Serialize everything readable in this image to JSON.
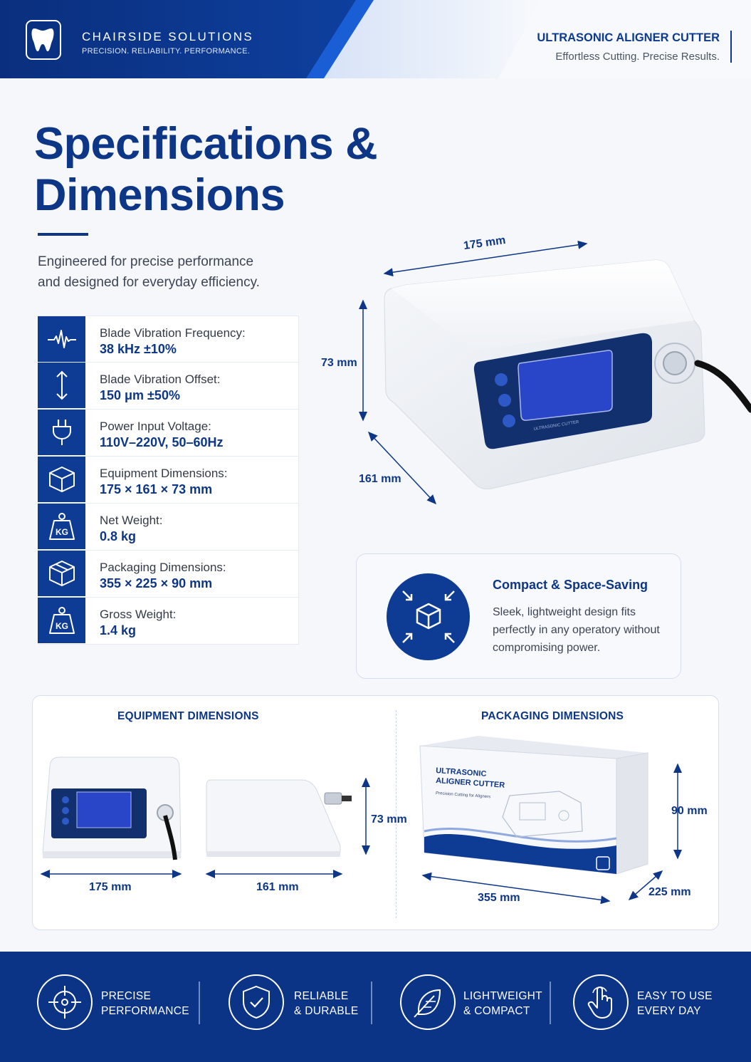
{
  "header": {
    "brand_name": "CHAIRSIDE SOLUTIONS",
    "brand_tagline": "PRECISION. RELIABILITY. PERFORMANCE.",
    "product_title": "ULTRASONIC ALIGNER CUTTER",
    "product_subtitle": "Effortless Cutting. Precise Results."
  },
  "page": {
    "title_line1": "Specifications &",
    "title_line2": "Dimensions",
    "intro_line1": "Engineered for precise performance",
    "intro_line2": "and designed for everyday efficiency."
  },
  "specs": [
    {
      "icon": "waveform-icon",
      "label": "Blade Vibration Frequency:",
      "value": "38 kHz ±10%"
    },
    {
      "icon": "vertical-arrows-icon",
      "label": "Blade Vibration Offset:",
      "value": "150 μm ±50%"
    },
    {
      "icon": "plug-icon",
      "label": "Power Input Voltage:",
      "value": "110V–220V, 50–60Hz"
    },
    {
      "icon": "cube-icon",
      "label": "Equipment Dimensions:",
      "value": "175 × 161 × 73 mm"
    },
    {
      "icon": "weight-kg-icon",
      "label": "Net Weight:",
      "value": "0.8 kg"
    },
    {
      "icon": "box-icon",
      "label": "Packaging Dimensions:",
      "value": "355 × 225 × 90 mm"
    },
    {
      "icon": "weight-kg-icon",
      "label": "Gross Weight:",
      "value": "1.4 kg"
    }
  ],
  "kg_glyph": "KG",
  "device_dims": {
    "width": "175 mm",
    "height": "73 mm",
    "depth": "161 mm"
  },
  "device_label": "ULTRASONIC CUTTER",
  "card": {
    "title": "Compact & Space-Saving",
    "body": "Sleek, lightweight design fits perfectly in any operatory without compromising power."
  },
  "panel": {
    "equipment_heading": "EQUIPMENT DIMENSIONS",
    "packaging_heading": "PACKAGING DIMENSIONS",
    "front_width": "175 mm",
    "side_depth": "161 mm",
    "side_height": "73 mm",
    "box_height": "90 mm",
    "box_length": "355 mm",
    "box_width": "225 mm",
    "box_title_line1": "ULTRASONIC",
    "box_title_line2": "ALIGNER CUTTER",
    "box_subtitle": "Precision Cutting for Aligners"
  },
  "footer": [
    {
      "icon": "crosshair-icon",
      "text": "PRECISE\nPERFORMANCE"
    },
    {
      "icon": "shield-check-icon",
      "text": "RELIABLE\n& DURABLE"
    },
    {
      "icon": "feather-icon",
      "text": "LIGHTWEIGHT\n& COMPACT"
    },
    {
      "icon": "touch-hand-icon",
      "text": "EASY TO USE\nEVERY DAY"
    }
  ],
  "colors": {
    "brand_navy": "#0d3686",
    "brand_blue": "#0e3b94",
    "background": "#f5f7fb"
  }
}
